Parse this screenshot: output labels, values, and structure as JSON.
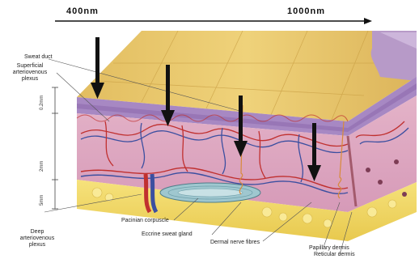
{
  "wavelength_axis": {
    "start_label": "400nm",
    "end_label": "1000nm"
  },
  "labels": {
    "sweat_duct": "Sweat duct",
    "superficial_plexus": "Superficial\narteriovenous\nplexus",
    "deep_plexus": "Deep\narteriovenous\nplexus",
    "pacinian": "Pacinian corpuscle",
    "eccrine": "Eccrine sweat gland",
    "dermal_nerve": "Dermal nerve fibres",
    "papillary": "Papillary dermis",
    "reticular": "Reticular dermis"
  },
  "depth_scale": {
    "upper": "0.2mm",
    "middle": "2mm",
    "lower": "5mm"
  },
  "penetration_arrows_count": 4,
  "colors": {
    "epidermis_top": "#e8c567",
    "epidermis_purple": "#9a7fb7",
    "dermis": "#d9a3c0",
    "subcutis": "#f4dc6a",
    "vessel_red": "#c0302f",
    "vessel_blue": "#3b4fa0"
  }
}
